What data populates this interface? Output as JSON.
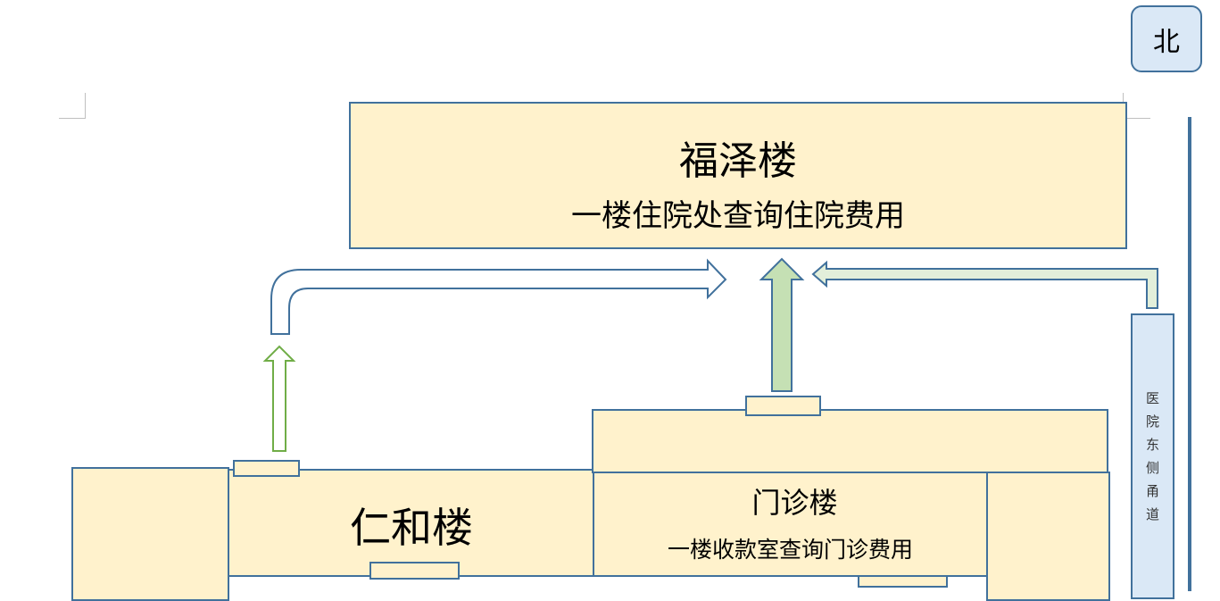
{
  "compass": {
    "label": "北"
  },
  "buildings": {
    "fuze": {
      "name": "福泽楼",
      "note": "一楼住院处查询住院费用"
    },
    "renhe": {
      "name": "仁和楼"
    },
    "menzhen": {
      "name": "门诊楼",
      "note": "一楼收款室查询门诊费用"
    }
  },
  "east_lane": {
    "label": "医院东侧甬道",
    "chars": [
      "医",
      "院",
      "东",
      "侧",
      "甬",
      "道"
    ]
  },
  "colors": {
    "building_fill": "#fff2cc",
    "outline": "#41719c",
    "lane_fill": "#dae8f6",
    "green_arrow_fill": "#c5e0b4",
    "light_green_arrow_fill": "#e2efda",
    "green_outline_arrow": "#70ad47"
  }
}
